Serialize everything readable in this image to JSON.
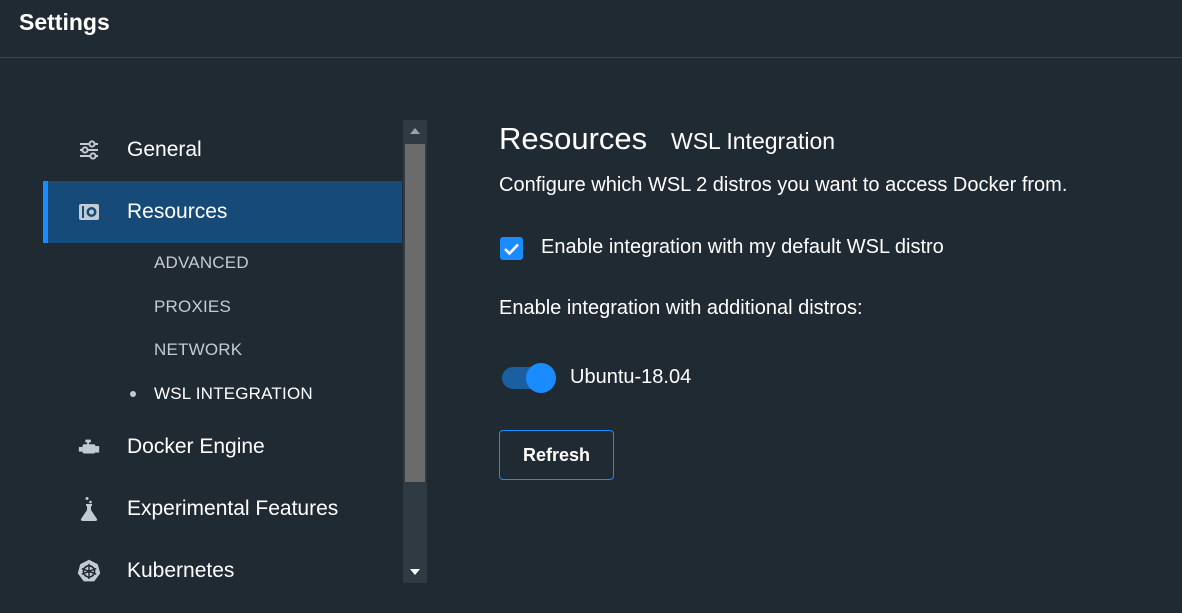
{
  "window": {
    "title": "Settings"
  },
  "sidebar": {
    "items": [
      {
        "label": "General",
        "icon": "sliders-icon"
      },
      {
        "label": "Resources",
        "icon": "resources-icon",
        "active": true
      },
      {
        "label": "Docker Engine",
        "icon": "engine-icon"
      },
      {
        "label": "Experimental Features",
        "icon": "flask-icon"
      },
      {
        "label": "Kubernetes",
        "icon": "kubernetes-icon"
      }
    ],
    "subitems": [
      {
        "label": "ADVANCED"
      },
      {
        "label": "PROXIES"
      },
      {
        "label": "NETWORK"
      },
      {
        "label": "WSL INTEGRATION",
        "current": true
      }
    ]
  },
  "main": {
    "heading": "Resources",
    "subheading": "WSL Integration",
    "description": "Configure which WSL 2 distros you want to access Docker from.",
    "default_distro": {
      "label": "Enable integration with my default WSL distro",
      "checked": true
    },
    "additional_label": "Enable integration with additional distros:",
    "distros": [
      {
        "name": "Ubuntu-18.04",
        "enabled": true
      }
    ],
    "refresh_label": "Refresh"
  },
  "colors": {
    "background": "#202a33",
    "accent": "#1a8cff",
    "active_item": "#164a78"
  }
}
